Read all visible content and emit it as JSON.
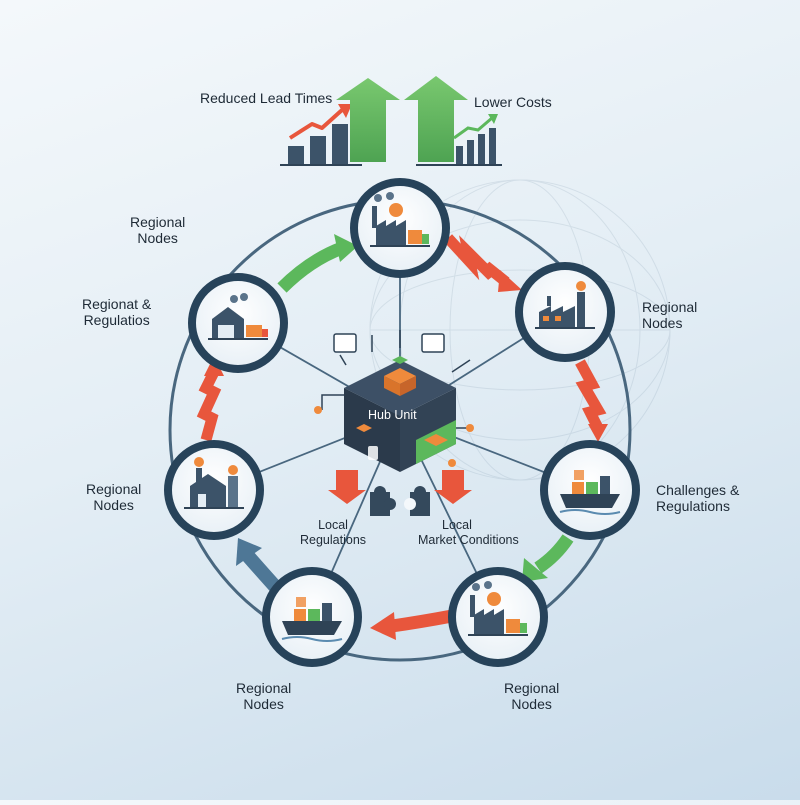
{
  "header": {
    "left_label": "Reduced Lead Times",
    "right_label": "Lower Costs"
  },
  "hub": {
    "label": "Hub Unit"
  },
  "puzzle": {
    "left_label": [
      "Local",
      "Regulations"
    ],
    "right_label": [
      "Local",
      "Market Conditions"
    ]
  },
  "nodes": [
    {
      "id": "top",
      "label": [
        "Regional",
        "Nodes"
      ],
      "icon": "factory-truck-icon"
    },
    {
      "id": "upper-right",
      "label": [
        "Regional",
        "Nodes"
      ],
      "icon": "factory-icon"
    },
    {
      "id": "right",
      "label": [
        "Challenges &",
        "Regulations"
      ],
      "icon": "cargo-ship-icon"
    },
    {
      "id": "lower-right",
      "label": [
        "Regional",
        "Nodes"
      ],
      "icon": "factory-truck-icon"
    },
    {
      "id": "lower-left",
      "label": [
        "Regional",
        "Nodes"
      ],
      "icon": "cargo-ship-icon"
    },
    {
      "id": "left",
      "label": [
        "Regional",
        "Nodes"
      ],
      "icon": "industrial-building-icon"
    },
    {
      "id": "upper-left",
      "label": [
        "Regionat &",
        "Regulatios"
      ],
      "icon": "warehouse-truck-icon"
    }
  ],
  "colors": {
    "ring": "#49677f",
    "node_border": "#27435a",
    "green_arrow": "#5cb85c",
    "red_arrow": "#e8563c",
    "blue_arrow": "#4e7796",
    "hub_top": "#3d5066",
    "hub_side": "#2b3a4b",
    "hub_green": "#5cb85c",
    "orange": "#ef8a3c"
  }
}
